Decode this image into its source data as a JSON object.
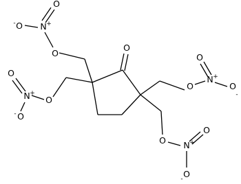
{
  "molecule": {
    "atoms": {
      "carbonyl_o": "O",
      "ester_o": "O",
      "nitro_n": "N",
      "nitro_o": "O",
      "plus": "+",
      "minus": "-"
    }
  }
}
